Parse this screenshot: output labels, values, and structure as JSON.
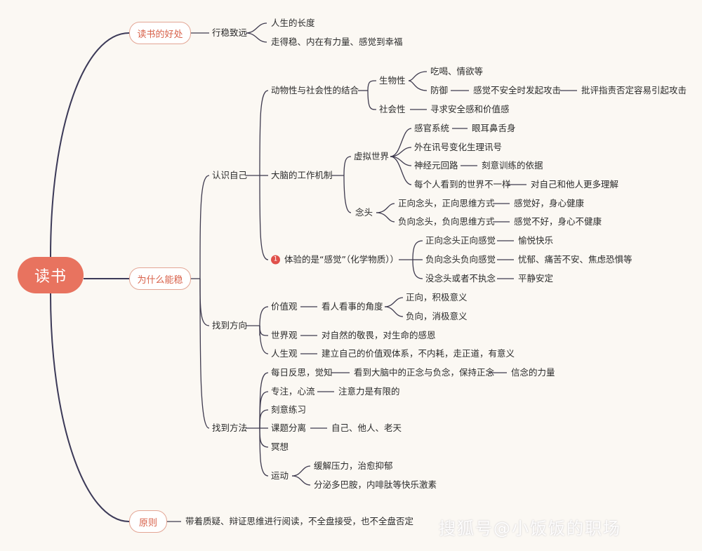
{
  "root": "读书",
  "benefit": {
    "label": "读书的好处",
    "sub": "行稳致远",
    "items": [
      "人生的长度",
      "走得稳、内在有力量、感觉到幸福"
    ]
  },
  "why": {
    "label": "为什么能稳",
    "know_self": {
      "label": "认识自己",
      "animal": {
        "label": "动物性与社会性的结合",
        "bio": "生物性",
        "eat": "吃喝、情欲等",
        "defense": "防御",
        "defense_a": "感觉不安全时发起攻击",
        "defense_b": "批评指责否定容易引起攻击",
        "social": "社会性",
        "social_a": "寻求安全感和价值感"
      },
      "brain": {
        "label": "大脑的工作机制",
        "virtual": "虚拟世界",
        "sense": "感官系统",
        "sense_a": "眼耳鼻舌身",
        "signal": "外在讯号变化生理讯号",
        "neural": "神经元回路",
        "neural_a": "刻意训练的依据",
        "world": "每个人看到的世界不一样",
        "world_a": "对自己和他人更多理解",
        "thought": "念头",
        "pos": "正向念头，正向思维方式",
        "pos_a": "感觉好，身心健康",
        "neg": "负向念头，负向思维方式",
        "neg_a": "感觉不好，身心不健康"
      },
      "feel": {
        "badge": "1",
        "label": "体验的是“感觉”（化学物质））",
        "a": "正向念头正向感觉",
        "a1": "愉悦快乐",
        "b": "负向念头负向感觉",
        "b1": "忧郁、痛苦不安、焦虑恐惧等",
        "c": "没念头或者不执念",
        "c1": "平静安定"
      }
    },
    "direction": {
      "label": "找到方向",
      "values": "价值观",
      "values_a": "看人看事的角度",
      "pos": "正向，积极意义",
      "neg": "负向，消极意义",
      "world": "世界观",
      "world_a": "对自然的敬畏，对生命的感恩",
      "life": "人生观",
      "life_a": "建立自己的价值观体系，不内耗，走正道，有意义"
    },
    "method": {
      "label": "找到方法",
      "reflect": "每日反思，觉知",
      "reflect_a": "看到大脑中的正念与负念，保持正念",
      "reflect_b": "信念的力量",
      "focus": "专注，心流",
      "focus_a": "注意力是有限的",
      "practice": "刻意练习",
      "topic": "课题分离",
      "topic_a": "自己、他人、老天",
      "meditate": "冥想",
      "sport": "运动",
      "sport_a": "缓解压力，治愈抑郁",
      "sport_b": "分泌多巴胺，内啡肽等快乐激素"
    }
  },
  "principle": {
    "label": "原则",
    "text": "带着质疑、辩证思维进行阅读，不全盘接受，也不全盘否定"
  },
  "watermark": "搜狐号@小饭饭的职场"
}
